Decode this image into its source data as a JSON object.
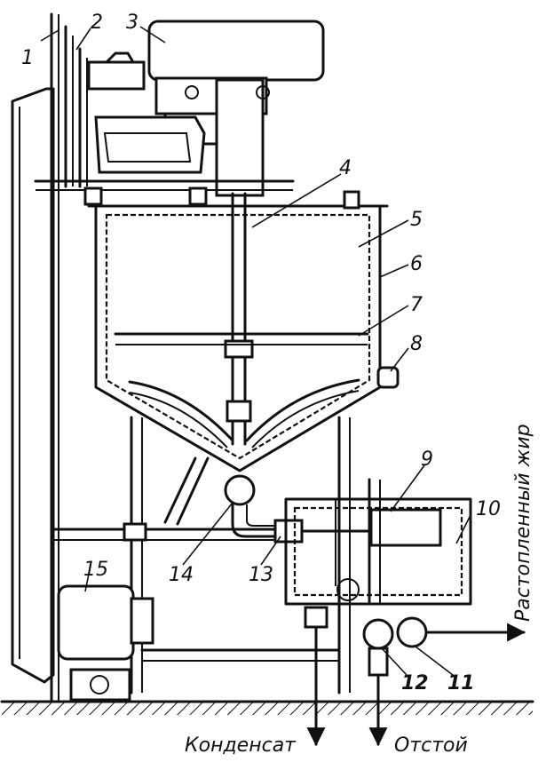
{
  "labels": {
    "l1": "1",
    "l2": "2",
    "l3": "3",
    "l4": "4",
    "l5": "5",
    "l6": "6",
    "l7": "7",
    "l8": "8",
    "l9": "9",
    "l10": "10",
    "l11": "11",
    "l12": "12",
    "l13": "13",
    "l14": "14",
    "l15": "15"
  },
  "captions": {
    "melted_fat": "Растопленный жир",
    "condensate": "Конденсат",
    "sediment": "Отстой"
  },
  "colors": {
    "ink": "#111111",
    "paper": "#ffffff"
  }
}
